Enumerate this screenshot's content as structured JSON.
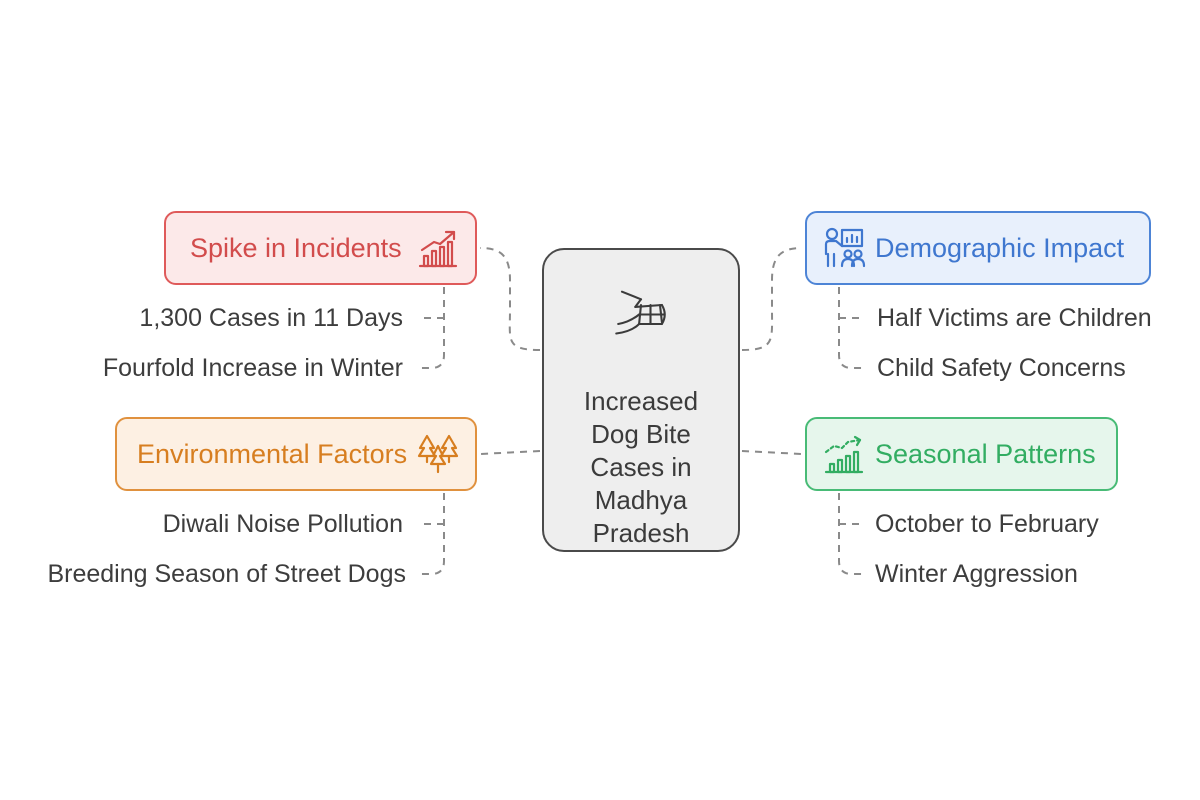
{
  "center": {
    "title": "Increased Dog Bite Cases in Madhya Pradesh",
    "icon": "dog-muzzle-icon"
  },
  "branches": {
    "spike": {
      "label": "Spike in Incidents",
      "icon": "trending-up-chart-icon",
      "color": "#df5a5a",
      "items": [
        "1,300 Cases in 11 Days",
        "Fourfold Increase in Winter"
      ]
    },
    "environmental": {
      "label": "Environmental Factors",
      "icon": "trees-icon",
      "color": "#e0913e",
      "items": [
        "Diwali Noise Pollution",
        "Breeding Season of Street Dogs"
      ]
    },
    "demographic": {
      "label": "Demographic Impact",
      "icon": "presenter-audience-icon",
      "color": "#4d84d6",
      "items": [
        "Half Victims are Children",
        "Child Safety Concerns"
      ]
    },
    "seasonal": {
      "label": "Seasonal Patterns",
      "icon": "growth-chart-icon",
      "color": "#48bb76",
      "items": [
        "October to February",
        "Winter Aggression"
      ]
    }
  }
}
